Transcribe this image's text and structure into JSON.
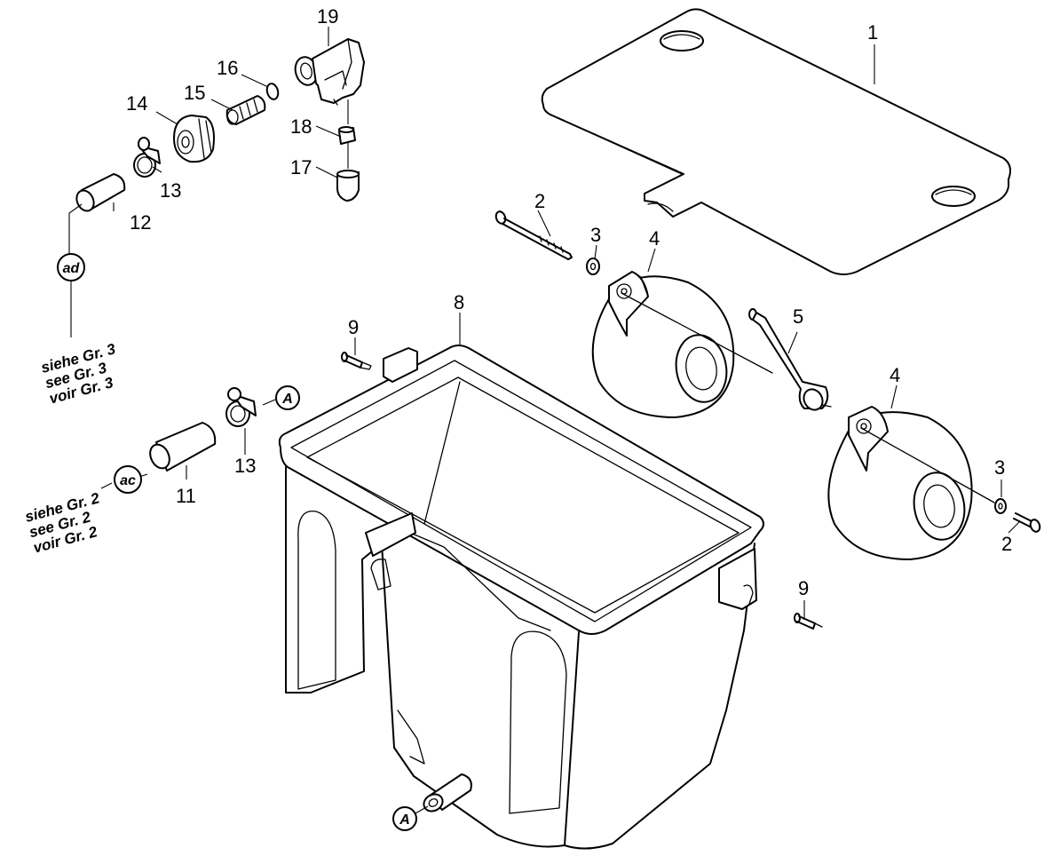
{
  "labels": {
    "n1": "1",
    "n2a": "2",
    "n2b": "2",
    "n3a": "3",
    "n3b": "3",
    "n4a": "4",
    "n4b": "4",
    "n5": "5",
    "n8": "8",
    "n9a": "9",
    "n9b": "9",
    "n11": "11",
    "n12": "12",
    "n13a": "13",
    "n13b": "13",
    "n14": "14",
    "n15": "15",
    "n16": "16",
    "n17": "17",
    "n18": "18",
    "n19": "19"
  },
  "badges": {
    "ad": "ad",
    "ac": "ac",
    "a1": "A",
    "a2": "A"
  },
  "references": {
    "gr3": [
      "siehe Gr. 3",
      "see Gr. 3",
      "voir Gr. 3"
    ],
    "gr2": [
      "siehe Gr. 2",
      "see Gr. 2",
      "voir Gr. 2"
    ]
  }
}
